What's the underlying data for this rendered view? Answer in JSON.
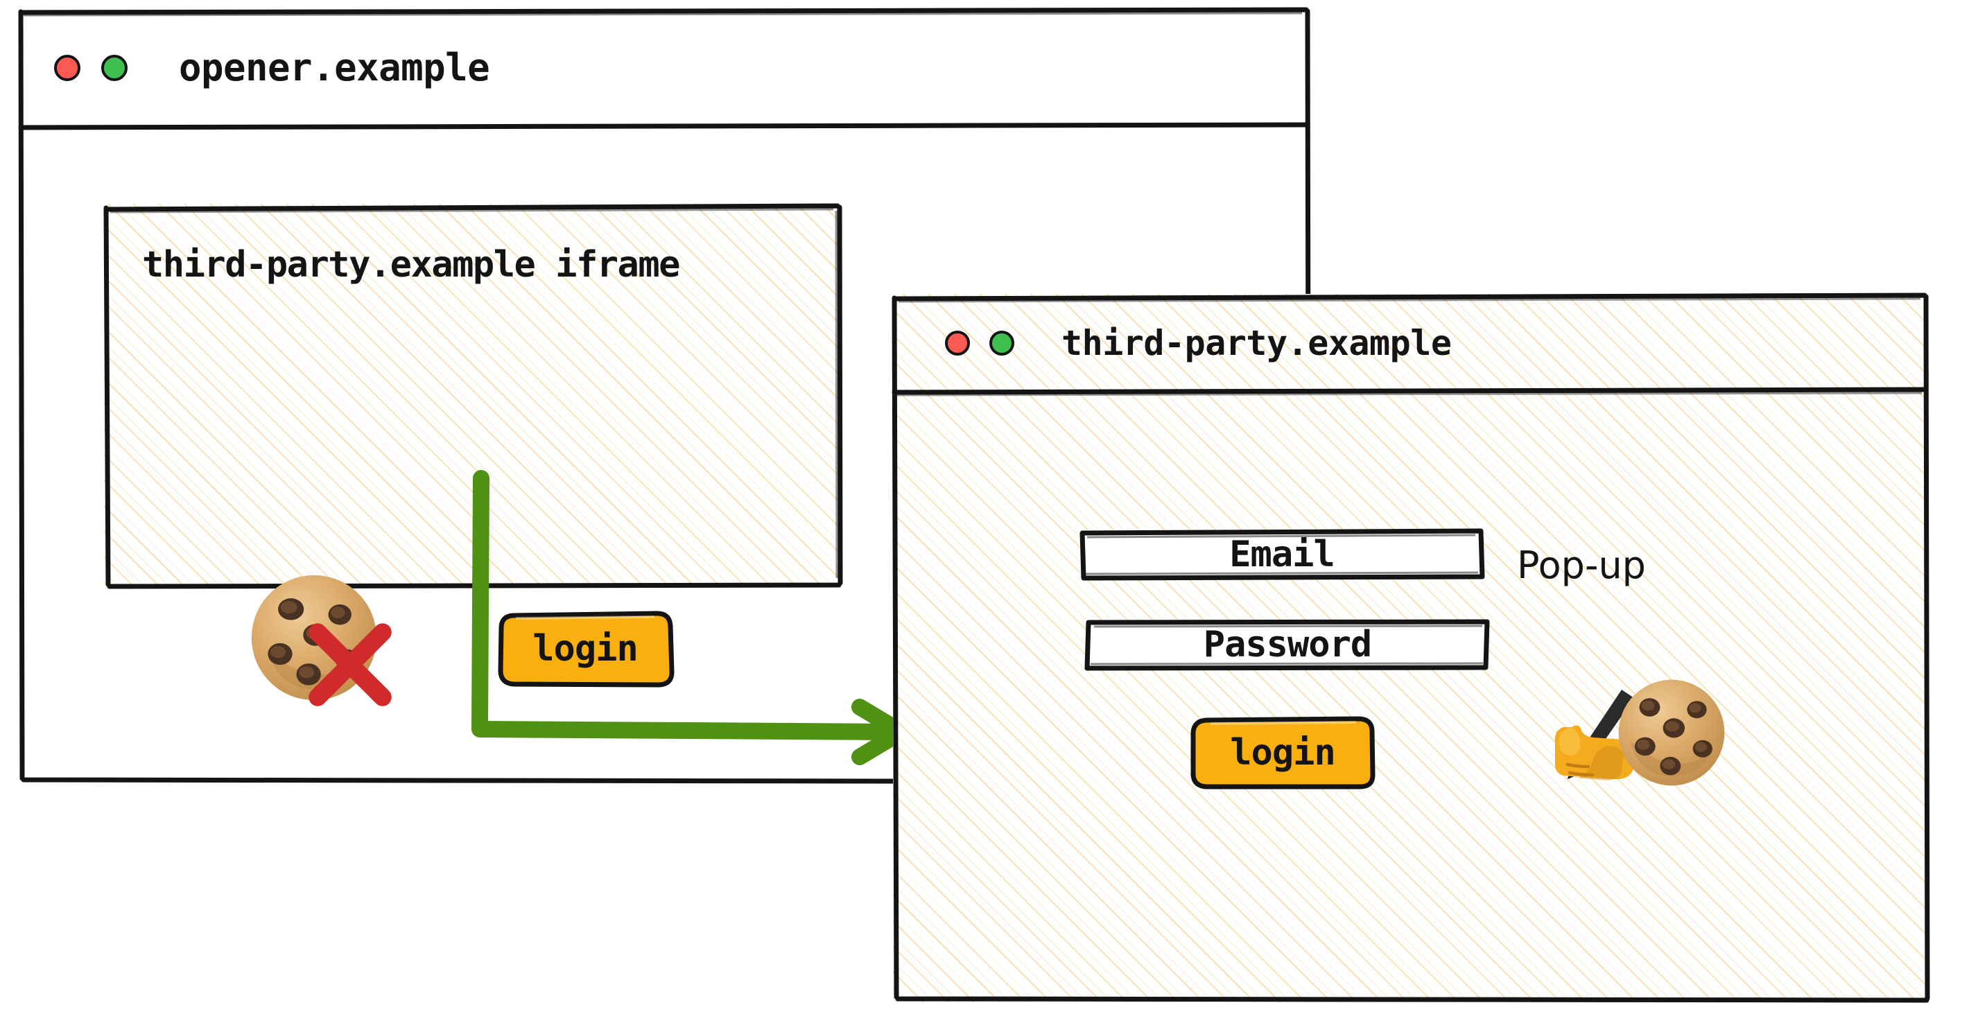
{
  "page": {
    "background_color": "#ffffff",
    "illustration_subject": "third-party login pop-up flow with blocked cookie in iframe"
  },
  "colors": {
    "ink": "#141414",
    "hatch_cream": "#f3c978",
    "button_orange": "#f9af0e",
    "arrow_green": "#4f9113",
    "dot_red": "#fb5a52",
    "dot_green": "#3fbf4f",
    "x_red": "#cf2b2b",
    "cookie_dough": "#d6a15e",
    "cookie_chip": "#4a3222",
    "hand_skin": "#f5ab1e",
    "pencil_black": "#2b2b2b"
  },
  "opener_window": {
    "title": "opener.example",
    "traffic_lights": [
      {
        "name": "close-dot",
        "color": "#fb5a52"
      },
      {
        "name": "maximize-dot",
        "color": "#3fbf4f"
      }
    ],
    "iframe": {
      "title": "third-party.example iframe",
      "cookie_icon": "cookie-icon",
      "cookie_blocked_icon": "x-mark-icon",
      "login_button_label": "login"
    }
  },
  "flow": {
    "arrow_label": "",
    "arrow_color": "#4f9113",
    "from": "iframe login button",
    "to": "pop-up window"
  },
  "popup_window": {
    "title": "third-party.example",
    "annotation_label": "Pop-up",
    "traffic_lights": [
      {
        "name": "close-dot",
        "color": "#fb5a52"
      },
      {
        "name": "maximize-dot",
        "color": "#3fbf4f"
      }
    ],
    "form": {
      "email_value": "Email",
      "password_value": "Password",
      "login_button_label": "login"
    },
    "cookie_icon": "cookie-icon",
    "writing_hand_icon": "writing-hand-icon"
  }
}
